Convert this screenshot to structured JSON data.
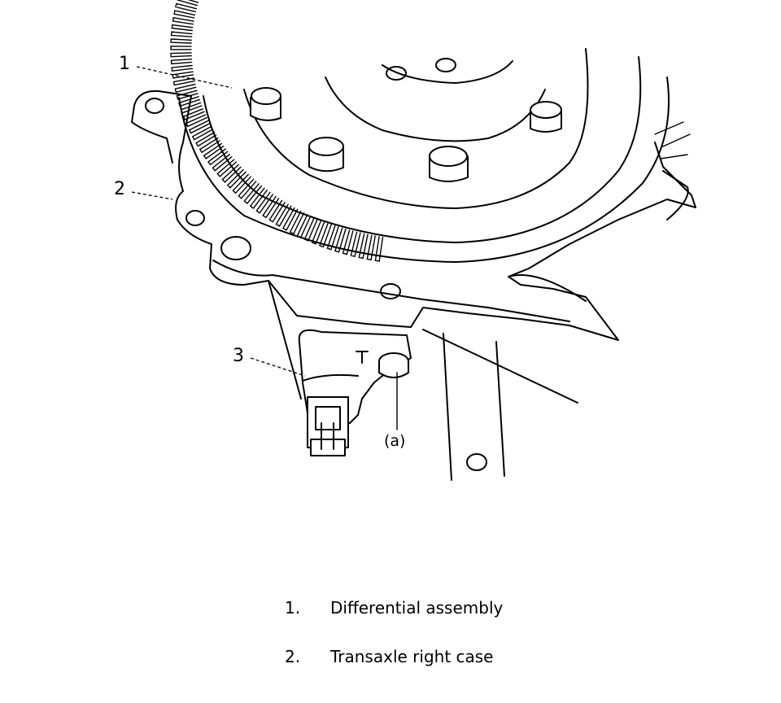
{
  "callouts": {
    "c1": "1",
    "c2": "2",
    "c3": "3",
    "ca": "(a)"
  },
  "legend": [
    {
      "num": "1.",
      "text": "Differential assembly"
    },
    {
      "num": "2.",
      "text": "Transaxle right case"
    }
  ]
}
